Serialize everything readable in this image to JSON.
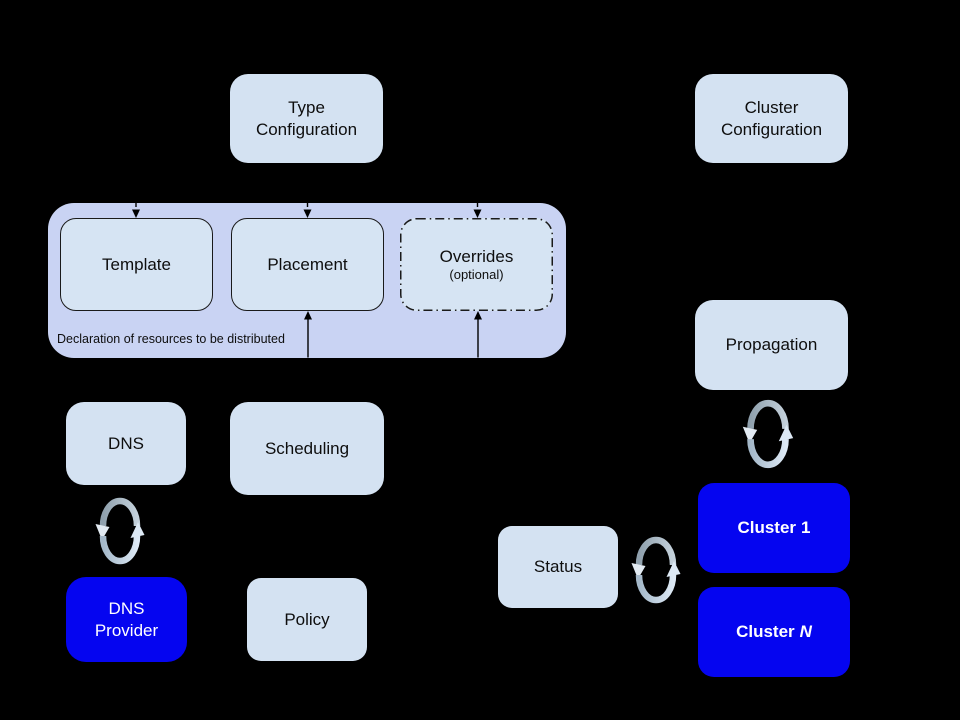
{
  "diagram": {
    "title": "federation-concepts-diagram",
    "background_color": "#000000",
    "colors": {
      "light_box_fill": "#d4e2f2",
      "group_fill": "#c9d3f3",
      "blue_box_fill": "#0505f0",
      "dark_text": "#0e0e0e",
      "light_text": "#ffffff",
      "box_border": "#1a1a1a",
      "arrow_line": "#000000",
      "sync_arc_top": "#97a6b2",
      "sync_arc_bottom": "#d9e6f2"
    },
    "icons": {
      "sync": "circular-refresh-arrows"
    },
    "nodes": {
      "type_config": {
        "line1": "Type",
        "line2": "Configuration"
      },
      "cluster_config": {
        "line1": "Cluster",
        "line2": "Configuration"
      },
      "template": {
        "label": "Template"
      },
      "placement": {
        "label": "Placement"
      },
      "overrides": {
        "label": "Overrides",
        "sublabel": "(optional)"
      },
      "resource_group": {
        "caption": "Declaration of resources to be distributed"
      },
      "propagation": {
        "label": "Propagation"
      },
      "dns": {
        "label": "DNS"
      },
      "scheduling": {
        "label": "Scheduling"
      },
      "dns_provider": {
        "line1": "DNS",
        "line2": "Provider"
      },
      "policy": {
        "label": "Policy"
      },
      "status": {
        "label": "Status"
      },
      "cluster_1": {
        "prefix": "Cluster",
        "suffix": "1"
      },
      "cluster_n": {
        "prefix": "Cluster",
        "suffix": "N"
      }
    }
  }
}
